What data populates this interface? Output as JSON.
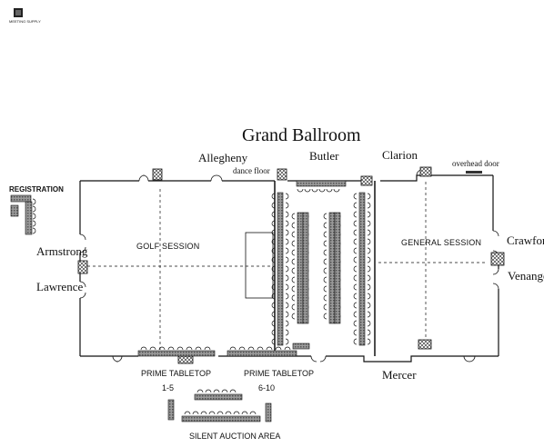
{
  "title": "Grand Ballroom",
  "logo_text": "MEETING SUPPLY",
  "rooms": {
    "allegheny": "Allegheny",
    "butler": "Butler",
    "clarion": "Clarion",
    "armstrong": "Armstrong",
    "lawrence": "Lawrence",
    "crawford": "Crawford",
    "venango": "Venango",
    "mercer": "Mercer"
  },
  "labels": {
    "dance_floor": "dance floor",
    "overhead_door": "overhead door",
    "registration": "REGISTRATION",
    "golf_session": "GOLF SESSION",
    "general_session": "GENERAL SESSION",
    "prime_tabletop_left": "PRIME TABLETOP",
    "prime_tabletop_left_range": "1-5",
    "prime_tabletop_right": "PRIME TABLETOP",
    "prime_tabletop_right_range": "6-10",
    "silent_auction": "SILENT AUCTION AREA"
  },
  "colors": {
    "ink": "#111111",
    "table_fill": "#8a8a8a",
    "paper": "#ffffff"
  }
}
